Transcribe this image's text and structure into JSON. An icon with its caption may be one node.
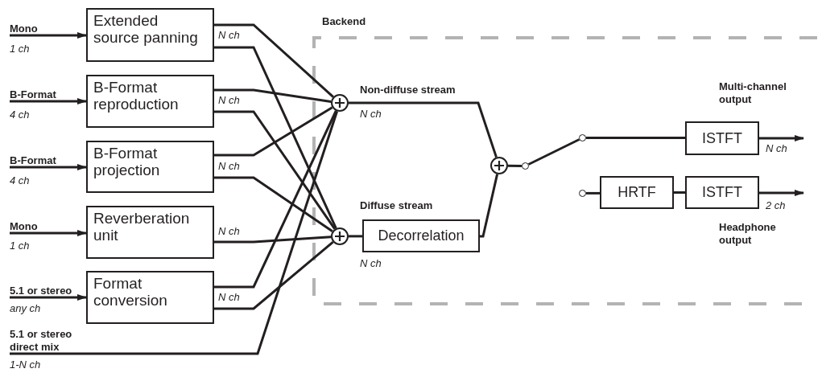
{
  "diagram": {
    "nodes": [
      {
        "text": [
          "Backend"
        ]
      },
      {
        "text": [
          "Extended source panning"
        ],
        "beside": [
          "N ch"
        ]
      },
      {
        "text": [
          "B-Format reproduction"
        ],
        "beside": [
          "N ch"
        ]
      },
      {
        "text": [
          "B-Format projection"
        ],
        "beside": [
          "N ch"
        ]
      },
      {
        "text": [
          "Reverberation unit"
        ],
        "beside": [
          "N ch"
        ]
      },
      {
        "text": [
          "Format conversion"
        ],
        "beside": [
          "N ch"
        ]
      },
      {
        "text": [],
        "shape": "circle",
        "in": 0
      },
      {
        "text": [],
        "shape": "circle",
        "in": 0
      },
      {
        "text": [
          "Decorrelation"
        ],
        "in": 0
      },
      {
        "text": [],
        "shape": "circle",
        "in": 0
      },
      {
        "text": [],
        "shape": "circle",
        "in": 0
      },
      {
        "text": [],
        "shape": "circle",
        "in": 0
      },
      {
        "text": [],
        "shape": "circle",
        "in": 0
      },
      {
        "text": [
          "ISTFT"
        ],
        "in": 0
      },
      {
        "text": [
          "HRTF"
        ],
        "in": 0
      },
      {
        "text": [
          "ISTFT"
        ],
        "in": 0
      },
      {
        "text": [
          "Mono"
        ],
        "beside": [
          "1 ch"
        ]
      },
      {
        "text": [
          "B-Format"
        ],
        "beside": [
          "4 ch"
        ]
      },
      {
        "text": [
          "B-Format"
        ],
        "beside": [
          "4 ch"
        ]
      },
      {
        "text": [
          "Mono"
        ],
        "beside": [
          "1 ch"
        ]
      },
      {
        "text": [
          "5.1 or stereo"
        ],
        "beside": [
          "any ch"
        ]
      },
      {
        "text": [
          "5.1 or stereo direct mix"
        ],
        "beside": [
          "1-N ch"
        ]
      }
    ],
    "edges": [
      {
        "from": 16,
        "to": 1,
        "arrow": "to"
      },
      {
        "from": 17,
        "to": 2,
        "arrow": "to"
      },
      {
        "from": 18,
        "to": 3,
        "arrow": "to"
      },
      {
        "from": 19,
        "to": 4,
        "arrow": "to"
      },
      {
        "from": 20,
        "to": 5,
        "arrow": "to"
      },
      {
        "from": 21,
        "to": 6,
        "arrow": "none"
      },
      {
        "from": 1,
        "to": 6,
        "arrow": "none"
      },
      {
        "from": 1,
        "to": 7,
        "arrow": "none"
      },
      {
        "from": 2,
        "to": 6,
        "arrow": "none"
      },
      {
        "from": 2,
        "to": 7,
        "arrow": "none"
      },
      {
        "from": 3,
        "to": 6,
        "arrow": "none"
      },
      {
        "from": 3,
        "to": 7,
        "arrow": "none"
      },
      {
        "from": 4,
        "to": 7,
        "arrow": "none"
      },
      {
        "from": 5,
        "to": 6,
        "arrow": "none"
      },
      {
        "from": 5,
        "to": 7,
        "arrow": "none"
      },
      {
        "from": 6,
        "to": 9,
        "arrow": "none",
        "label": "Non-diffuse stream"
      },
      {
        "from": 7,
        "to": 8,
        "arrow": "none"
      },
      {
        "from": 8,
        "to": 9,
        "arrow": "none"
      },
      {
        "from": 9,
        "to": 10,
        "arrow": "none"
      },
      {
        "from": 10,
        "to": 11,
        "arrow": "none"
      },
      {
        "from": 11,
        "to": 13,
        "arrow": "none"
      },
      {
        "from": 12,
        "to": 14,
        "arrow": "none"
      },
      {
        "from": 14,
        "to": 15,
        "arrow": "none"
      },
      {
        "from": 13,
        "to": null,
        "arrow": "to"
      },
      {
        "from": 15,
        "to": null,
        "arrow": "to"
      }
    ],
    "labels": [
      "N ch",
      "Diffuse stream",
      "N ch",
      "Multi-channel output",
      "N ch",
      "2 ch",
      "Headphone output"
    ]
  }
}
